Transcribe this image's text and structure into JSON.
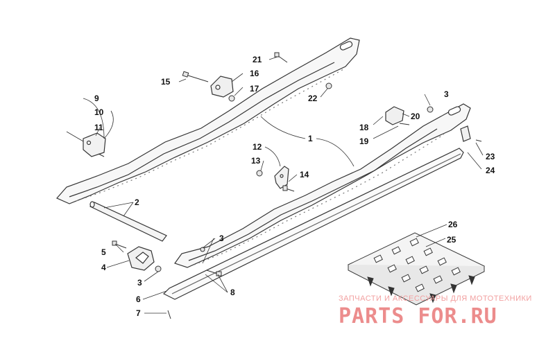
{
  "callouts": [
    {
      "id": "1",
      "label": "1"
    },
    {
      "id": "2",
      "label": "2"
    },
    {
      "id": "3a",
      "label": "3"
    },
    {
      "id": "3b",
      "label": "3"
    },
    {
      "id": "3c",
      "label": "3"
    },
    {
      "id": "4",
      "label": "4"
    },
    {
      "id": "5",
      "label": "5"
    },
    {
      "id": "6",
      "label": "6"
    },
    {
      "id": "7",
      "label": "7"
    },
    {
      "id": "8",
      "label": "8"
    },
    {
      "id": "9",
      "label": "9"
    },
    {
      "id": "10",
      "label": "10"
    },
    {
      "id": "11",
      "label": "11"
    },
    {
      "id": "12",
      "label": "12"
    },
    {
      "id": "13",
      "label": "13"
    },
    {
      "id": "14",
      "label": "14"
    },
    {
      "id": "15",
      "label": "15"
    },
    {
      "id": "16",
      "label": "16"
    },
    {
      "id": "17",
      "label": "17"
    },
    {
      "id": "18",
      "label": "18"
    },
    {
      "id": "19",
      "label": "19"
    },
    {
      "id": "20",
      "label": "20"
    },
    {
      "id": "21",
      "label": "21"
    },
    {
      "id": "22",
      "label": "22"
    },
    {
      "id": "23",
      "label": "23"
    },
    {
      "id": "24",
      "label": "24"
    },
    {
      "id": "25",
      "label": "25"
    },
    {
      "id": "26",
      "label": "26"
    }
  ],
  "watermark": {
    "subtitle": "ЗАПЧАСТИ И АКСЕССУАРЫ ДЛЯ МОТОТЕХНИКИ",
    "brand": "PARTS FOR.RU",
    "color": "#ec8c8c"
  },
  "colors": {
    "line": "#333333",
    "rail_fill": "#f4f4f4"
  }
}
